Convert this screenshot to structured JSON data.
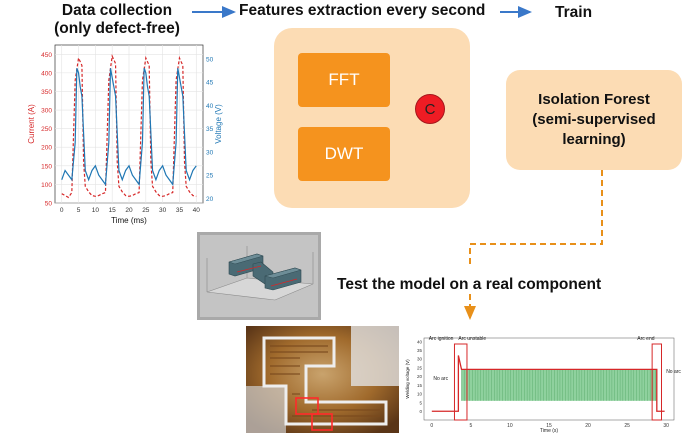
{
  "header": {
    "data_collection": "Data collection",
    "defect_free": "(only defect-free)",
    "features": "Features extraction every second",
    "train": "Train"
  },
  "features": {
    "fft": "FFT",
    "dwt": "DWT",
    "concat": "C"
  },
  "model": {
    "label": "Isolation Forest (semi-supervised learning)"
  },
  "test": {
    "label": "Test the model on a real component"
  },
  "colors": {
    "arrow_blue": "#3a78c9",
    "panel_peach": "#fcdcb4",
    "feature_orange": "#f5931e",
    "dash_orange": "#e8901a",
    "current_red": "#d62728",
    "voltage_blue": "#1f77b4",
    "concat_red": "#ee1c24",
    "signal_green": "#8fd19e"
  },
  "chart_data": [
    {
      "type": "line",
      "xlabel": "Time (ms)",
      "ylabel_left": "Current (A)",
      "ylabel_right": "Voltage (V)",
      "x_ticks": [
        0,
        5,
        10,
        15,
        20,
        25,
        30,
        35,
        40
      ],
      "y_left_ticks": [
        50,
        100,
        150,
        200,
        250,
        300,
        350,
        400,
        450
      ],
      "y_right_ticks": [
        20,
        25,
        30,
        35,
        40,
        45,
        50
      ],
      "xlim": [
        -2,
        42
      ],
      "ylim_left": [
        50,
        475
      ],
      "ylim_right": [
        19,
        53
      ],
      "grid": true,
      "series": [
        {
          "axis": "left",
          "style": "dashed",
          "color": "#d62728",
          "x": [
            0,
            2,
            3,
            4,
            5,
            6,
            6.5,
            7,
            8,
            9,
            10,
            11,
            12,
            13,
            14,
            15,
            16,
            16.5,
            17,
            18,
            19,
            20,
            21,
            22,
            23,
            24,
            25,
            26,
            26.5,
            27,
            28,
            29,
            30,
            31,
            32,
            33,
            34,
            35,
            36,
            36.5,
            37,
            38,
            39,
            40
          ],
          "y": [
            75,
            65,
            78,
            380,
            440,
            420,
            160,
            95,
            80,
            70,
            68,
            70,
            75,
            78,
            380,
            445,
            425,
            160,
            95,
            80,
            70,
            68,
            70,
            75,
            78,
            380,
            440,
            420,
            160,
            95,
            80,
            70,
            68,
            70,
            75,
            78,
            380,
            440,
            420,
            160,
            95,
            80,
            70,
            68
          ]
        },
        {
          "axis": "right",
          "style": "solid",
          "color": "#1f77b4",
          "x": [
            0,
            1,
            2,
            3,
            4,
            4.5,
            5,
            5.5,
            6,
            7,
            8,
            9,
            10,
            11,
            12,
            13,
            14,
            14.5,
            15,
            15.5,
            16,
            17,
            18,
            19,
            20,
            21,
            22,
            23,
            24,
            24.5,
            25,
            25.5,
            26,
            27,
            28,
            29,
            30,
            31,
            32,
            33,
            34,
            34.5,
            35,
            35.5,
            36,
            37,
            38,
            39,
            40
          ],
          "y": [
            24,
            26,
            25,
            24,
            32,
            48,
            47,
            44,
            42,
            26,
            24,
            26,
            27,
            25,
            24,
            23,
            32,
            48,
            46,
            44,
            42,
            26,
            24,
            26,
            27,
            25,
            24,
            23,
            32,
            48,
            47,
            44,
            42,
            26,
            24,
            26,
            27,
            25,
            24,
            23,
            32,
            48,
            46,
            44,
            42,
            26,
            24,
            26,
            27
          ]
        }
      ]
    },
    {
      "type": "area",
      "xlabel": "Time (s)",
      "ylabel": "Welding voltage (V)",
      "x_ticks": [
        0,
        5,
        10,
        15,
        20,
        25,
        30
      ],
      "y_ticks": [
        0,
        5,
        10,
        15,
        20,
        25,
        30,
        35,
        40
      ],
      "xlim": [
        -1,
        31
      ],
      "ylim": [
        -5,
        42
      ],
      "annotations": [
        "Arc ignition",
        "Arc unstable",
        "Arc end",
        "No arc",
        "No arc"
      ],
      "series": [
        {
          "color": "#d62728",
          "x": [
            0,
            3.4,
            3.4,
            3.8,
            28.8,
            28.8,
            29.8
          ],
          "y": [
            0,
            0,
            32,
            24,
            24,
            0,
            0
          ]
        },
        {
          "color": "#8fd19e",
          "band": true,
          "x_start": 3.8,
          "x_end": 28.8,
          "low": 6,
          "high": 24
        }
      ]
    }
  ]
}
